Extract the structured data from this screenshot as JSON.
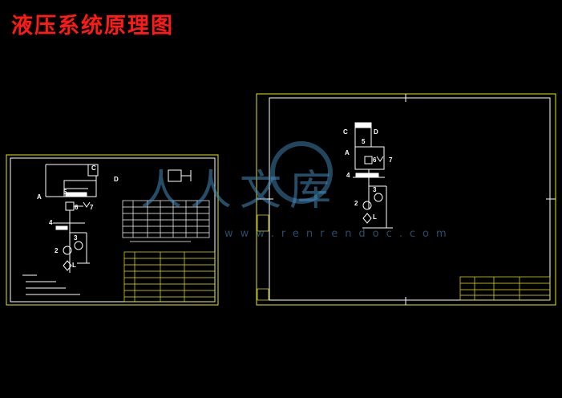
{
  "title": "液压系统原理图",
  "watermark": {
    "logo_text": "人人文库",
    "url": "www.renrendoc.com"
  },
  "left_sheet": {
    "labels": {
      "c": "C",
      "d": "D",
      "a": "A",
      "five": "5",
      "six": "6",
      "seven": "7",
      "four": "4",
      "three": "3",
      "two": "2",
      "l": "L"
    }
  },
  "right_sheet": {
    "labels": {
      "c": "C",
      "d": "D",
      "a": "A",
      "five": "5",
      "six": "6",
      "seven": "7",
      "four": "4",
      "three": "3",
      "two": "2",
      "l": "L"
    }
  },
  "colors": {
    "title": "#ff1a1a",
    "frame": "#e8e800",
    "lines": "#ffffff",
    "watermark": "#468cbe"
  }
}
